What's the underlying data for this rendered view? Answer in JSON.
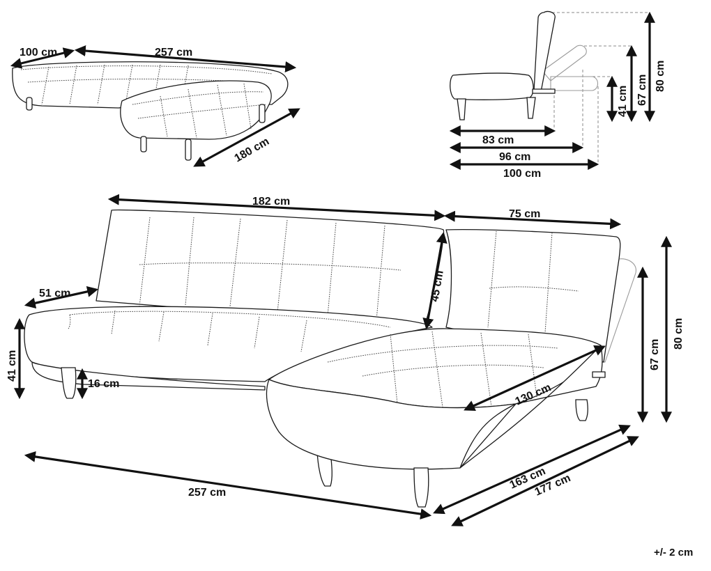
{
  "top_left_view": {
    "width_label": "100 cm",
    "length_label": "257  cm",
    "chaise_label": "180 cm"
  },
  "side_view": {
    "depth_seated": "83 cm",
    "depth_reclined": "96 cm",
    "depth_flat": "100 cm",
    "height_flat": "41 cm",
    "height_reclined": "67 cm",
    "height_upright": "80 cm"
  },
  "main_view": {
    "backrest_width": "182 cm",
    "chaise_back_width": "75 cm",
    "backrest_height": "45 cm",
    "seat_depth": "51 cm",
    "seat_height": "41 cm",
    "leg_height": "16 cm",
    "chaise_seat_length": "130 cm",
    "reclined_height": "67 cm",
    "total_height": "80 cm",
    "total_length": "257  cm",
    "chaise_length_inner": "163 cm",
    "chaise_length_outer": "177 cm"
  },
  "tolerance": "+/- 2 cm"
}
